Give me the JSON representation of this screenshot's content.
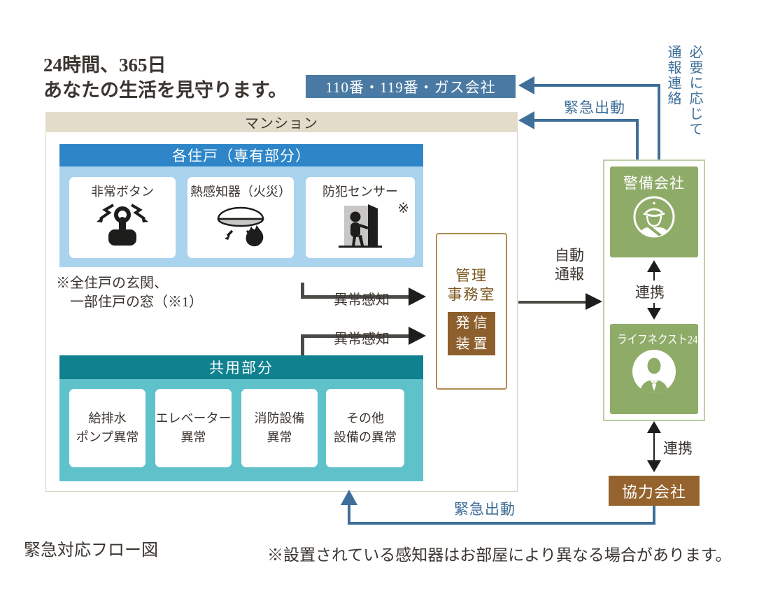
{
  "page": {
    "title_line1": "24時間、365日",
    "title_line2": "あなたの生活を見守ります。",
    "caption": "緊急対応フロー図",
    "footnote": "※設置されている感知器はお部屋により異なる場合があります。"
  },
  "external": {
    "contacts_label": "110番・119番・ガス会社",
    "vertical_note_line1": "必要に応じて",
    "vertical_note_line2": "通報連絡",
    "dispatch_top_label": "緊急出動",
    "dispatch_bottom_label": "緊急出動"
  },
  "mansion": {
    "bar_label": "マンション",
    "private": {
      "header": "各住戸（専有部分）",
      "sensors": [
        {
          "label": "非常ボタン",
          "icon": "emergency-button-icon"
        },
        {
          "label": "熱感知器（火災）",
          "icon": "heat-detector-icon"
        },
        {
          "label": "防犯センサー",
          "mark": "※",
          "icon": "door-sensor-icon"
        }
      ],
      "note_line1": "※全住戸の玄関、",
      "note_line2": "　一部住戸の窓（※1）"
    },
    "detect_label_upper": "異常感知",
    "detect_label_lower": "異常感知",
    "common": {
      "header": "共用部分",
      "items": [
        {
          "line1": "給排水",
          "line2": "ポンプ異常"
        },
        {
          "line1": "エレベーター",
          "line2": "異常"
        },
        {
          "line1": "消防設備",
          "line2": "異常"
        },
        {
          "line1": "その他",
          "line2": "設備の異常"
        }
      ]
    },
    "office": {
      "name_line1": "管理",
      "name_line2": "事務室",
      "device_line1": "発信",
      "device_line2": "装置"
    }
  },
  "flow": {
    "auto_report_line1": "自動",
    "auto_report_line2": "通報",
    "link_label_1": "連携",
    "link_label_2": "連携"
  },
  "partners": {
    "security": {
      "label": "警備会社",
      "icon": "security-guard-icon"
    },
    "lifenext": {
      "label": "ライフネクスト24",
      "icon": "staff-person-icon"
    },
    "partner": {
      "label": "協力会社"
    }
  },
  "colors": {
    "steel_blue_box": "#4A7AA3",
    "blue_line": "#3E6E99",
    "private_header_blue": "#2E86C8",
    "private_body_blue": "#AAD3EE",
    "common_header_teal": "#0F818F",
    "common_body_teal": "#5FC2CA",
    "mansion_bar_beige": "#E4DCCA",
    "green": "#8FAB68",
    "green_border": "#BCCFA6",
    "partner_brown": "#95642E",
    "device_brown": "#8D5F2C",
    "office_border_brown": "#B08C55",
    "office_text_brown": "#7C571F",
    "text_dark": "#3B3530",
    "arrow_black": "#1D1D1B",
    "line_gray": "#4C4A46"
  }
}
